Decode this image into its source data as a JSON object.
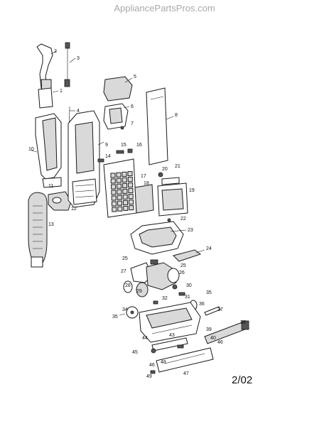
{
  "header": {
    "watermark": "AppliancePartsPros.com"
  },
  "footer": {
    "date_code": "2/02"
  },
  "callouts": [
    "1",
    "2",
    "3",
    "4",
    "5",
    "6",
    "7",
    "8",
    "9",
    "10",
    "11",
    "12",
    "13",
    "14",
    "15",
    "16",
    "17",
    "18",
    "19",
    "20",
    "21",
    "22",
    "23",
    "24",
    "25",
    "25",
    "26",
    "27",
    "28",
    "29",
    "30",
    "31",
    "32",
    "34",
    "35",
    "35",
    "36",
    "37",
    "38",
    "39",
    "40",
    "43",
    "44",
    "45",
    "46",
    "46",
    "47",
    "48",
    "49"
  ],
  "colors": {
    "line": "#1a1a1a",
    "shade": "#d9d9d9",
    "watermark": "#a9a9a9"
  }
}
